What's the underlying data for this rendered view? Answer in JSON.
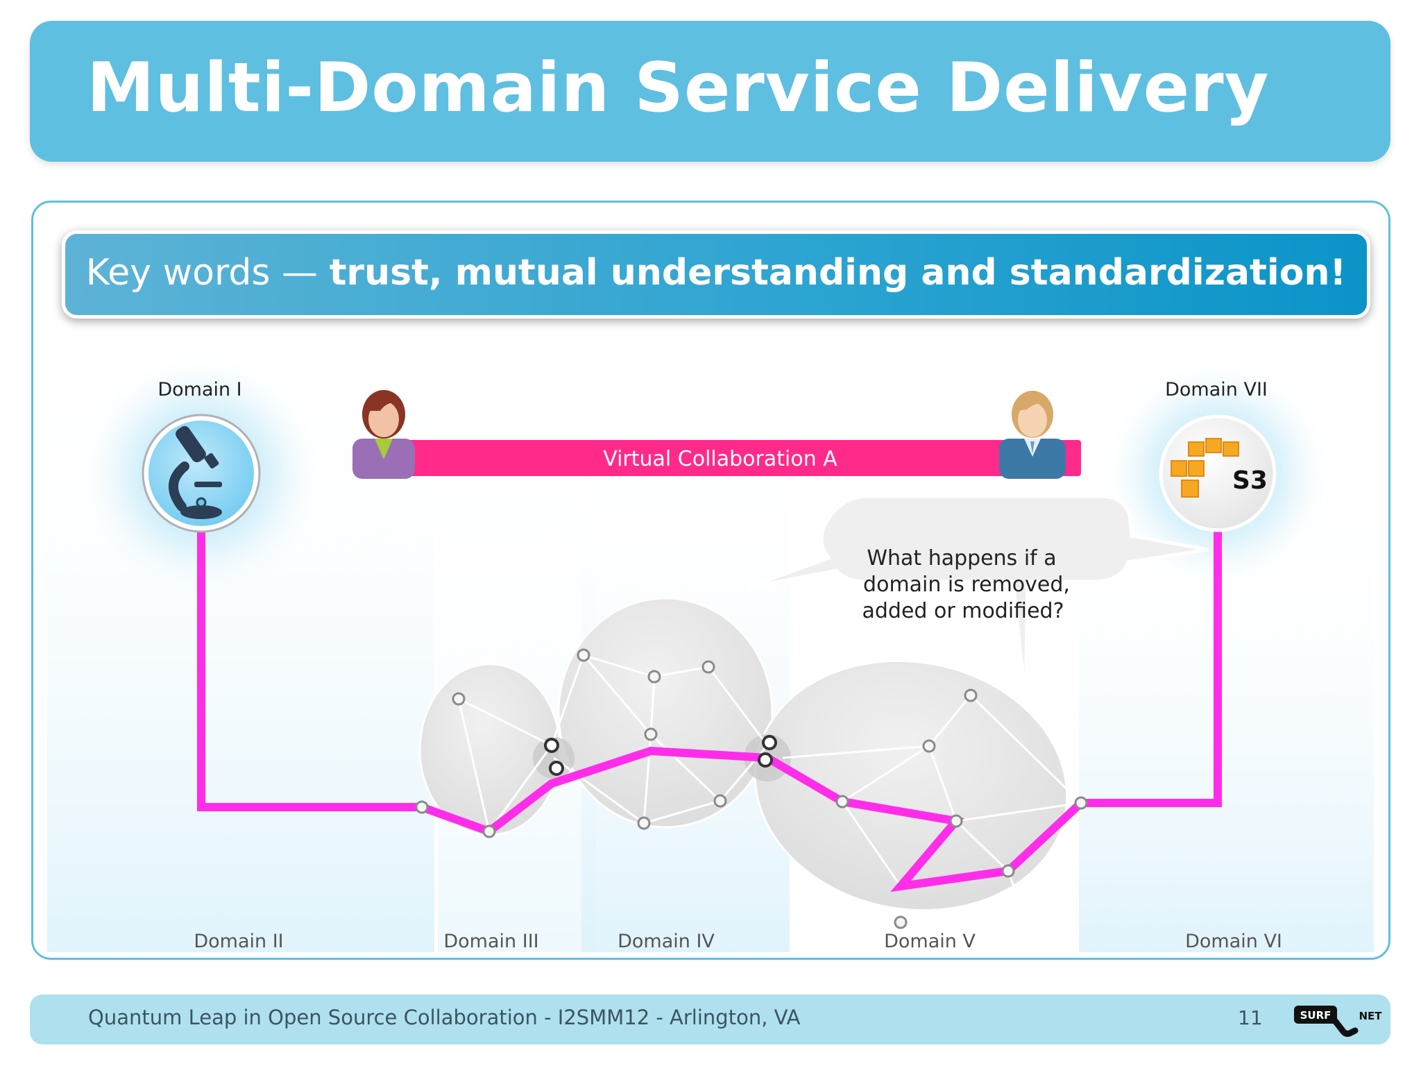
{
  "title": "Multi-Domain Service Delivery",
  "banner": {
    "lead": "Key words — ",
    "emphasis": "trust, mutual understanding and standardization!"
  },
  "domains": {
    "d1": "Domain I",
    "d2": "Domain II",
    "d3": "Domain III",
    "d4": "Domain IV",
    "d5": "Domain V",
    "d6": "Domain VI",
    "d7": "Domain VII"
  },
  "collaboration_label": "Virtual Collaboration  A",
  "s3_label": "S3",
  "callout": {
    "line1": "What happens if a",
    "line2": "domain is removed,",
    "line3": "added or modified?"
  },
  "footer": {
    "text": "Quantum Leap in Open Source Collaboration - I2SMM12 - Arlington, VA",
    "page": "11",
    "logo_left": "SURF",
    "logo_right": "NET"
  },
  "colors": {
    "title_bar": "#5fbfe1",
    "path": "#ff2dea",
    "collab_bar": "#ff2a8a",
    "footer": "#afe0ee"
  },
  "icons": {
    "domain1": "microscope-icon",
    "domain7": "aws-s3-icon",
    "user_left": "female-user-icon",
    "user_right": "male-user-icon"
  }
}
